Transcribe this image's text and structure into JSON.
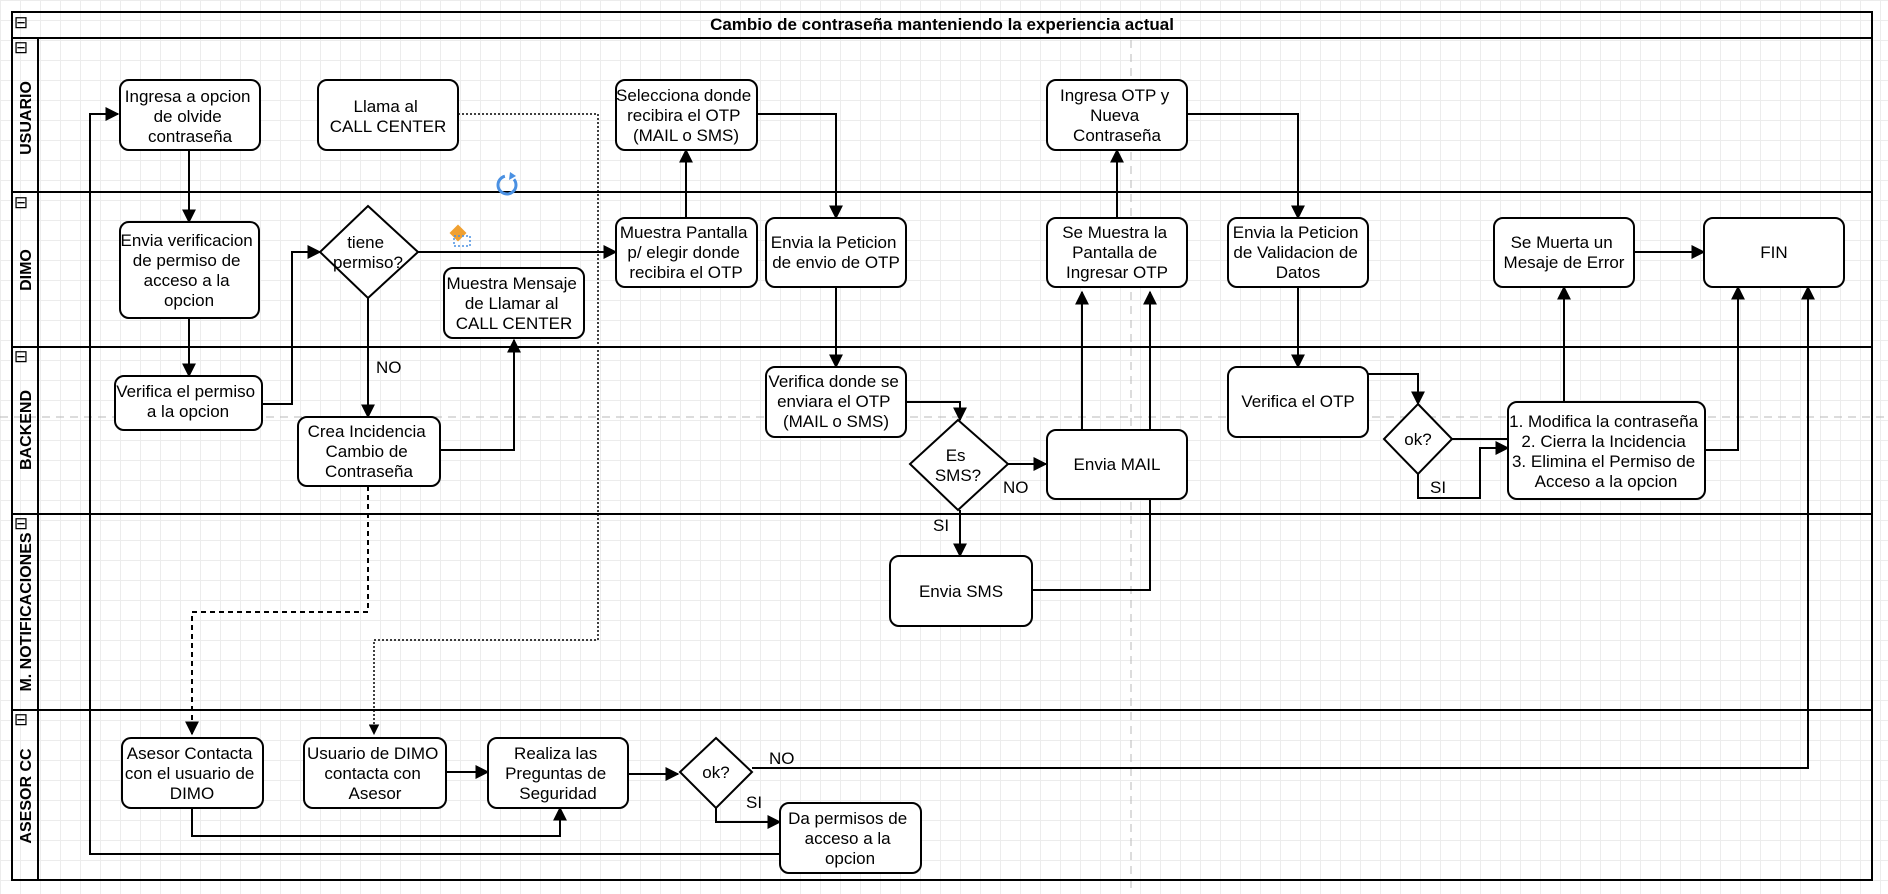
{
  "diagram": {
    "title": "Cambio de contraseña manteniendo la experiencia actual",
    "lanes": [
      {
        "id": "usuario",
        "label": "USUARIO"
      },
      {
        "id": "dimo",
        "label": "DIMO"
      },
      {
        "id": "backend",
        "label": "BACKEND"
      },
      {
        "id": "notif",
        "label": "M. NOTIFICACIONES"
      },
      {
        "id": "asesor",
        "label": "ASESOR CC"
      }
    ],
    "nodes": {
      "ingresa_olvide": [
        "Ingresa a opcion",
        "de olvide",
        "contraseña"
      ],
      "llama_cc": [
        "Llama al",
        "CALL CENTER"
      ],
      "selecciona_otp": [
        "Selecciona donde",
        "recibira el OTP",
        "(MAIL o SMS)"
      ],
      "ingresa_otp": [
        "Ingresa OTP y",
        "Nueva",
        "Contraseña"
      ],
      "envia_verificacion": [
        "Envia verificacion",
        "de permiso de",
        "acceso a la",
        "opcion"
      ],
      "tiene_permiso": [
        "tiene",
        "permiso?"
      ],
      "muestra_mensaje": [
        "Muestra Mensaje",
        "de Llamar al",
        "CALL CENTER"
      ],
      "muestra_pantalla": [
        "Muestra Pantalla",
        "p/ elegir donde",
        "recibira el OTP"
      ],
      "envia_peticion_otp": [
        "Envia la Peticion",
        "de envio de OTP"
      ],
      "muestra_ingresar": [
        "Se Muestra la",
        "Pantalla de",
        "Ingresar OTP"
      ],
      "envia_validacion": [
        "Envia la Peticion",
        "de Validacion de",
        "Datos"
      ],
      "mensaje_error": [
        "Se Muerta un",
        "Mesaje de Error"
      ],
      "fin": [
        "FIN"
      ],
      "verifica_permiso": [
        "Verifica el permiso",
        "a la opcion"
      ],
      "crea_incidencia": [
        "Crea Incidencia",
        "Cambio de",
        "Contraseña"
      ],
      "verifica_donde": [
        "Verifica donde se",
        "enviara el OTP",
        "(MAIL o SMS)"
      ],
      "es_sms": [
        "Es",
        "SMS?"
      ],
      "envia_mail": [
        "Envia MAIL"
      ],
      "verifica_otp": [
        "Verifica el OTP"
      ],
      "ok_backend": [
        "ok?"
      ],
      "modifica": [
        "1. Modifica la contraseña",
        "2. Cierra la Incidencia",
        "3. Elimina el Permiso de",
        "Acceso a la opcion"
      ],
      "envia_sms": [
        "Envia SMS"
      ],
      "asesor_contacta": [
        "Asesor Contacta",
        "con el usuario de",
        "DIMO"
      ],
      "usuario_contacta": [
        "Usuario de DIMO",
        "contacta con",
        "Asesor"
      ],
      "realiza_preguntas": [
        "Realiza las",
        "Preguntas de",
        "Seguridad"
      ],
      "ok_asesor": [
        "ok?"
      ],
      "da_permisos": [
        "Da permisos de",
        "acceso a la",
        "opcion"
      ]
    },
    "edge_labels": {
      "no_permiso": "NO",
      "no_sms": "NO",
      "si_sms": "SI",
      "si_ok_backend": "SI",
      "no_ok_asesor": "NO",
      "si_ok_asesor": "SI"
    },
    "collapse_glyph": "⊟",
    "colors": {
      "line": "#000000",
      "accent_icon": "#4a90e2",
      "accent_marker": "#f0a030"
    }
  }
}
